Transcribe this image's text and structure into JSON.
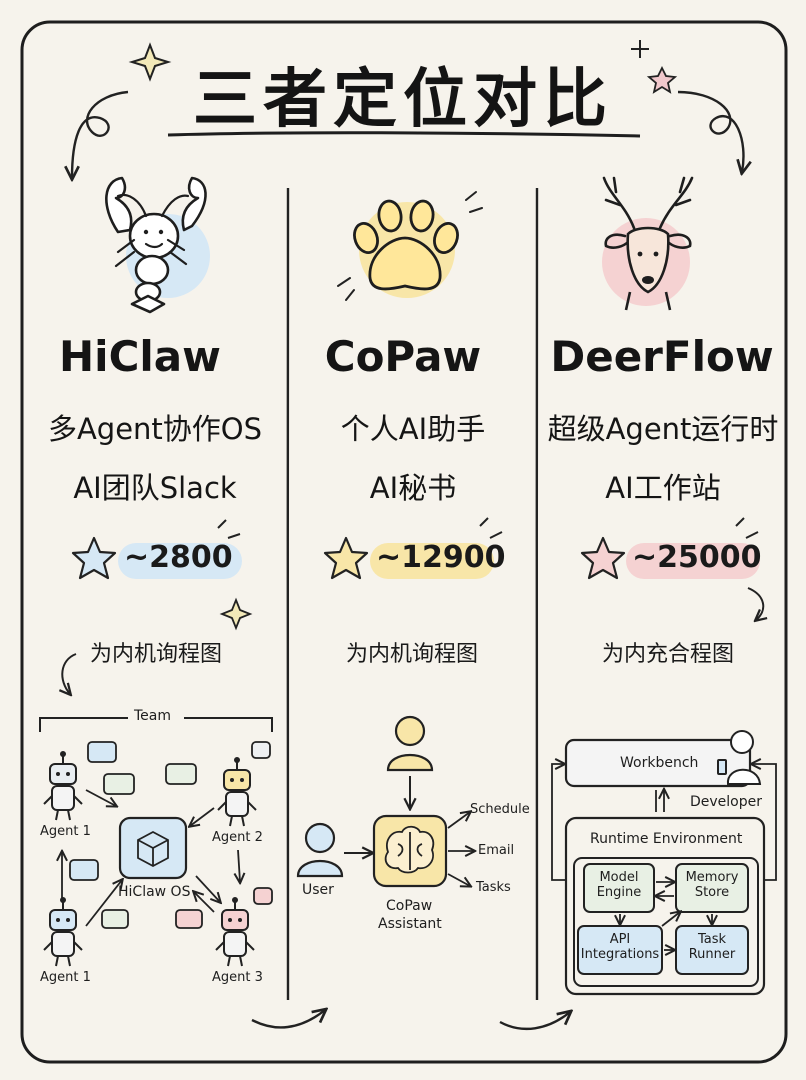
{
  "title": "三者定位对比",
  "columns": [
    {
      "name": "HiClaw",
      "line1": "多Agent协作OS",
      "line2": "AI团队Slack",
      "stars": "~2800",
      "caption": "为内机询程图",
      "icon": "lobster-icon",
      "accent": "#d6e8f5"
    },
    {
      "name": "CoPaw",
      "line1": "个人AI助手",
      "line2": "AI秘书",
      "stars": "~12900",
      "caption": "为内机询程图",
      "icon": "paw-icon",
      "accent": "#f8e6a8"
    },
    {
      "name": "DeerFlow",
      "line1": "超级Agent运行时",
      "line2": "AI工作站",
      "stars": "~25000",
      "caption": "为内充合程图",
      "icon": "deer-icon",
      "accent": "#f5d2d2"
    }
  ],
  "hiclaw_diagram": {
    "group_label": "Team",
    "hub_label": "HiClaw OS",
    "agents": [
      "Agent 1",
      "Agent 2",
      "Agent 1",
      "Agent 3"
    ]
  },
  "copaw_diagram": {
    "user_label": "User",
    "assistant_label_1": "CoPaw",
    "assistant_label_2": "Assistant",
    "outputs": [
      "Schedule",
      "Email",
      "Tasks"
    ]
  },
  "deerflow_diagram": {
    "workbench": "Workbench",
    "developer": "Developer",
    "runtime": "Runtime Environment",
    "modules": [
      [
        "Model",
        "Engine"
      ],
      [
        "Memory",
        "Store"
      ],
      [
        "API",
        "Integrations"
      ],
      [
        "Task",
        "Runner"
      ]
    ]
  }
}
